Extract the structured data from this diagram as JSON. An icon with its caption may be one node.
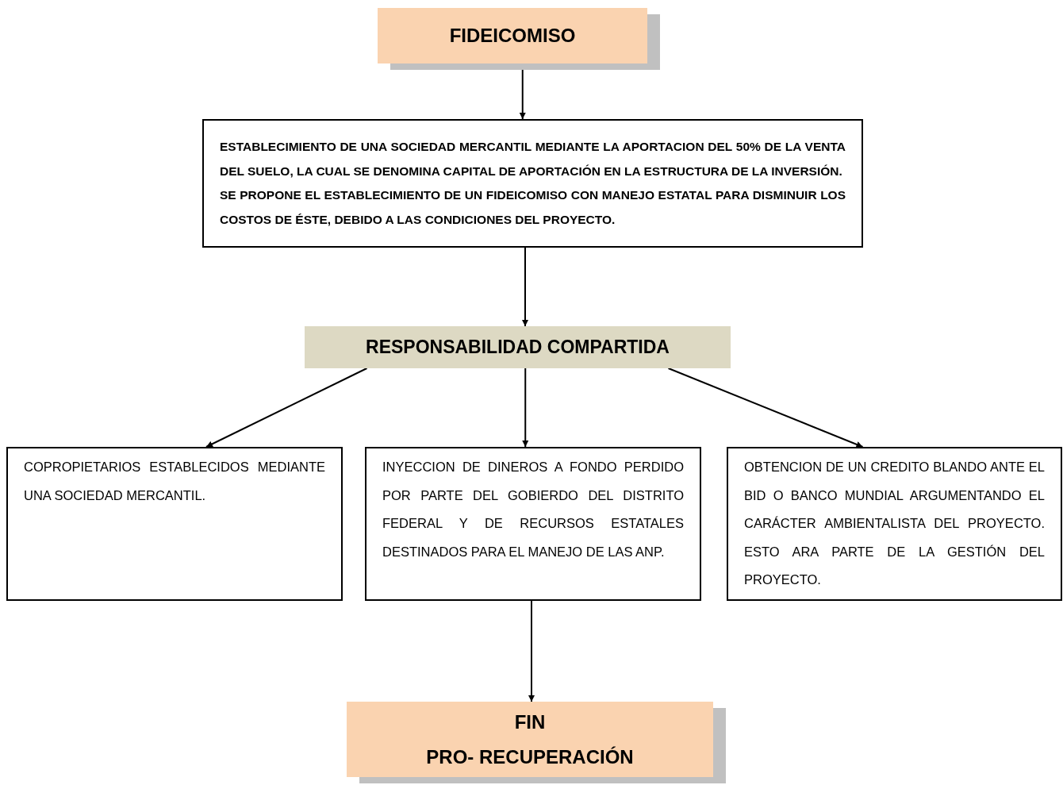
{
  "diagram": {
    "nodes": [
      {
        "text": [
          "FIDEICOMISO"
        ]
      },
      {
        "text": [
          "ESTABLECIMIENTO DE UNA SOCIEDAD MERCANTIL MEDIANTE LA APORTACION DEL 50% DE LA VENTA DEL SUELO, LA CUAL SE DENOMINA CAPITAL DE APORTACIÓN EN LA ESTRUCTURA DE LA INVERSIÓN.",
          "SE PROPONE EL ESTABLECIMIENTO DE UN FIDEICOMISO CON MANEJO ESTATAL PARA DISMINUIR LOS COSTOS DE ÉSTE, DEBIDO A LAS CONDICIONES DEL PROYECTO."
        ]
      },
      {
        "text": [
          "RESPONSABILIDAD COMPARTIDA"
        ]
      },
      {
        "text": [
          "COPROPIETARIOS ESTABLECIDOS MEDIANTE UNA SOCIEDAD MERCANTIL."
        ]
      },
      {
        "text": [
          "INYECCION DE DINEROS A FONDO PERDIDO POR PARTE DEL GOBIERDO DEL DISTRITO FEDERAL Y DE RECURSOS ESTATALES DESTINADOS PARA EL MANEJO DE LAS ANP."
        ]
      },
      {
        "text": [
          "OBTENCION DE UN CREDITO BLANDO ANTE EL BID O BANCO MUNDIAL ARGUMENTANDO EL CARÁCTER AMBIENTALISTA DEL PROYECTO. ESTO ARA PARTE DE LA GESTIÓN DEL PROYECTO."
        ]
      },
      {
        "text": [
          "FIN",
          "PRO- RECUPERACIÓN"
        ]
      }
    ],
    "edges": [
      {
        "from": 0,
        "to": 1,
        "arrow": "to"
      },
      {
        "from": 1,
        "to": 2,
        "arrow": "to"
      },
      {
        "from": 2,
        "to": 3,
        "arrow": "to"
      },
      {
        "from": 2,
        "to": 4,
        "arrow": "to"
      },
      {
        "from": 2,
        "to": 5,
        "arrow": "to"
      },
      {
        "from": 4,
        "to": 6,
        "arrow": "to"
      }
    ]
  }
}
